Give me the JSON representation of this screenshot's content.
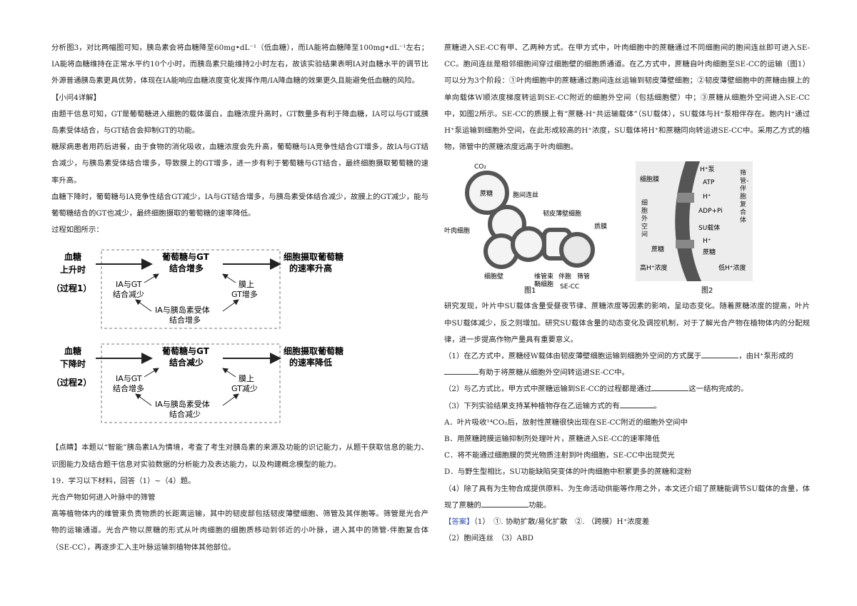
{
  "left": {
    "p1": "分析图3，对比两幅图可知，胰岛素会将血糖降至60mg•dL⁻¹（低血糖），而IA能将血糖降至100mg•dL⁻¹左右；IA能将血糖维持在正常水平约10个小时，而胰岛素只能维持2小时左右，故该实验结果表明IA对血糖水平的调节比外源普通胰岛素更具优势，体现在IA能响应血糖浓度变化发挥作用/IA降血糖的效果更久且能避免低血糖的风险。",
    "q4_title": "【小问4详解】",
    "p2": "由题干信息可知，GT是葡萄糖进入细胞的载体蛋白，血糖浓度升高时，GT数量多有利于降血糖，IA可以与GT或胰岛素受体结合，与GT结合会抑制GT的功能。",
    "p3": "糖尿病患者用药后进餐，由于食物的消化吸收，血糖浓度会先升高，葡萄糖与IA竞争性结合GT增多，故IA与GT结合减少，与胰岛素受体结合增多，导致膜上的GT增多，进一步有利于葡萄糖与GT结合，最终细胞摄取葡萄糖的速率升高。",
    "p4": "血糖下降时，葡萄糖与IA竞争性结合GT减少，IA与GT结合增多，与胰岛素受体结合减少，故膜上的GT减少，能与葡萄糖结合的GT也减少，最终细胞摄取的葡萄糖的速率降低。",
    "p5": "过程如图所示：",
    "proc1": {
      "side1": "血糖",
      "side2": "上升时",
      "side3": "（过程1）",
      "box1a": "葡萄糖与GT",
      "box1b": "结合增多",
      "res1": "细胞摄取葡萄糖",
      "res2": "的速率升高",
      "ia1": "IA与GT",
      "ia2": "结合减少",
      "mem1": "膜上",
      "mem2": "GT增多",
      "rec1": "IA与胰岛素受体",
      "rec2": "结合增多"
    },
    "proc2": {
      "side1": "血糖",
      "side2": "下降时",
      "side3": "（过程2）",
      "box1a": "葡萄糖与GT",
      "box1b": "结合减少",
      "res1": "细胞摄取葡萄糖",
      "res2": "的速率降低",
      "ia1": "IA与GT",
      "ia2": "结合增多",
      "mem1": "膜上",
      "mem2": "GT减少",
      "rec1": "IA与胰岛素受体",
      "rec2": "结合减少"
    },
    "p6": "【点睛】本题以“智能”胰岛素IA为情境，考查了考生对胰岛素的来源及功能的识记能力，从题干获取信息的能力、识图能力及结合题干信息对实验数据的分析能力及表达能力，以及构建概念模型的能力。",
    "p7": "19．学习以下材料，回答（1）~（4）题。",
    "p8": "光合产物如何进入叶脉中的筛管",
    "p9": "高等植物体内的维管束负责物质的长距离运输，其中的韧皮部包括韧皮薄壁细胞、筛管及其伴胞等。筛管是光合产物的运输通道。光合产物以蔗糖的形式从叶肉细胞的细胞质移动到邻近的小叶脉，进入其中的筛管-伴胞复合体（SE-CC），再逐步汇入主叶脉运输到植物体其他部位。"
  },
  "right": {
    "p1": "蔗糖进入SE-CC有甲、乙两种方式。在甲方式中，叶肉细胞中的蔗糖通过不同细胞间的胞间连丝即可进入SE-CC。胞间连丝是相邻细胞间穿过细胞壁的细胞质通道。在乙方式中，蔗糖自叶肉细胞至SE-CC的运输（图1）可以分为3个阶段：①叶肉细胞中的蔗糖通过胞间连丝运输到韧皮薄壁细胞；②韧皮薄壁细胞中的蔗糖由膜上的单向载体W顺浓度梯度转运到SE-CC附近的细胞外空间（包括细胞壁）中；③蔗糖从细胞外空间进入SE-CC中，如图2所示。SE-CC的质膜上有“蔗糖-H⁺共运输载体”（SU载体），SU载体与H⁺泵相伴存在。胞内H⁺通过H⁺泵运输到细胞外空间，在此形成较高的H⁺浓度，SU载体将H⁺和蔗糖同向转运进SE-CC中。采用乙方式的植物，筛管中的蔗糖浓度远高于叶肉细胞。",
    "fig1": {
      "co2": "CO₂",
      "sucrose": "蔗糖",
      "plasmo": "胞间连丝",
      "phloem_par": "韧皮薄壁细胞",
      "membrane": "质膜",
      "mesophyll": "叶肉细胞",
      "wall": "细胞壁",
      "vascular1": "维管束",
      "vascular2": "鞘细胞",
      "companion": "伴胞",
      "sieve": "筛管",
      "secc": "SE-CC",
      "caption": "图1"
    },
    "fig2": {
      "membrane": "细胞膜",
      "pump": "H⁺泵",
      "atp": "ATP",
      "h1": "H⁺",
      "adp": "ADP+Pi",
      "su": "SU载体",
      "h2": "H⁺",
      "suc_l": "蔗糖",
      "suc_r": "蔗糖",
      "extra": "细胞外空间",
      "secc": "筛管-伴胞复合体",
      "high": "高H⁺浓度",
      "low": "低H⁺浓度",
      "caption": "图2"
    },
    "p2": "研究发现，叶片中SU载体含量受昼夜节律、蔗糖浓度等因素的影响，呈动态变化。随着蔗糖浓度的提高，叶片中SU载体减少，反之则增加。研究SU载体含量的动态变化及调控机制，对于了解光合产物在植物体内的分配规律，进一步提高作物产量具有重要意义。",
    "q1a": "（1）在乙方式中，蔗糖经W载体由韧皮薄壁细胞运输到细胞外空间的方式属于",
    "q1b": "，由H⁺泵形成的",
    "q1c": "有助于将蔗糖从细胞外空间转运进SE-CC中。",
    "q2a": "（2）与乙方式比，甲方式中蔗糖运输到SE-CC的过程都是通过",
    "q2b": "这一结构完成的。",
    "q3": "（3）下列实验结果支持某种植物存在乙运输方式的有",
    "q3end": "。",
    "optA": "A．叶片吸收¹⁴CO₂后，放射性蔗糖很快出现在SE-CC附近的细胞外空间中",
    "optB": "B．用蔗糖跨膜运输抑制剂处理叶片，蔗糖进入SE-CC的速率降低",
    "optC": "C．将不能通过细胞膜的荧光物质注射到叶肉细胞，SE-CC中出现荧光",
    "optD": "D．与野生型相比，SU功能缺陷突变体的叶肉细胞中积累更多的蔗糖和淀粉",
    "q4a": "（4）除了具有为生物合成提供原料、为生命活动供能等作用之外，本文还介绍了蔗糖能调节SU载体的含量，体现了蔗糖的",
    "q4b": "功能。",
    "ans_label": "【答案】",
    "ans1": "（1）　①. 协助扩散/易化扩散　②. （跨膜）H⁺浓度差",
    "ans2": "（2）胞间连丝　（3）ABD"
  }
}
